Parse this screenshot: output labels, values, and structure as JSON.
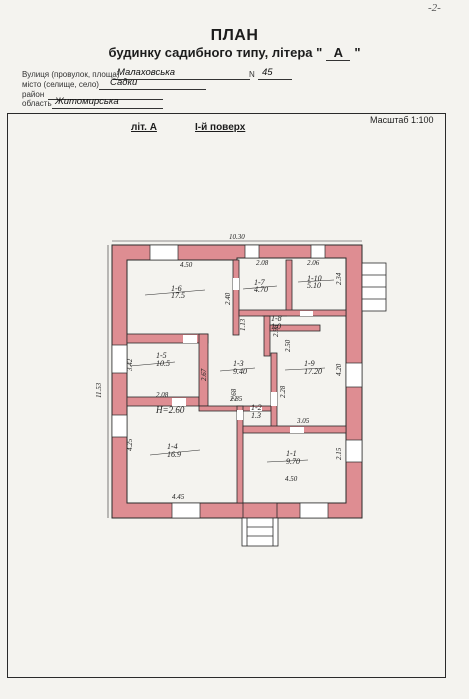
{
  "page_number": "-2-",
  "title": "ПЛАН",
  "subtitle": {
    "prefix": "будинку садибного типу, літера \"",
    "letter": "А",
    "suffix": "\""
  },
  "address": {
    "street_label": "Вулиця (провулок, площа)",
    "street_value": "Малаховська",
    "number_label": "N",
    "number_value": "45",
    "city_label": "місто (селище, село)",
    "city_value": "Садки",
    "district_label": "район",
    "district_value": "",
    "region_label": "область",
    "region_value": "Житомирська"
  },
  "plan": {
    "letter_label": "літ. А",
    "floor_label": "І-й поверх",
    "scale_label": "Масштаб 1:100",
    "colors": {
      "wall_fill": "#de8d92",
      "wall_stroke": "#2a2a2a",
      "ink": "#222222"
    },
    "dimensions": {
      "top_total": "10.30",
      "left_total": "11.53",
      "left_upper": "3.42",
      "left_lower": "4.25",
      "bottom_left": "4.45",
      "bottom_right": "4.50",
      "right_small": "2.34",
      "right_mid": "4.20",
      "right_lower": "2.15",
      "r1_width": "4.50",
      "r7_width": "2.08",
      "r10_width": "2.06",
      "wall_240": "2.40",
      "r5_width": "2.08",
      "corr_width": "2.85",
      "r9_width": "3.05",
      "d_113": "1.13",
      "d_267": "2.67",
      "d_228": "2.28",
      "d_250": "2.50",
      "d_268": "2.68",
      "d_298": "2.98",
      "ceiling_height": "H=2.60"
    },
    "rooms": [
      {
        "id": "1-6",
        "area": "17.5"
      },
      {
        "id": "1-7",
        "area": "4.70"
      },
      {
        "id": "1-10",
        "area": "5.10"
      },
      {
        "id": "1-8",
        "area": "1.0"
      },
      {
        "id": "1-5",
        "area": "10.5"
      },
      {
        "id": "1-3",
        "area": "9.40"
      },
      {
        "id": "1-9",
        "area": "17.20"
      },
      {
        "id": "1-2",
        "area": "1.3"
      },
      {
        "id": "1-4",
        "area": "16.9"
      },
      {
        "id": "1-1",
        "area": "9.70"
      }
    ]
  }
}
